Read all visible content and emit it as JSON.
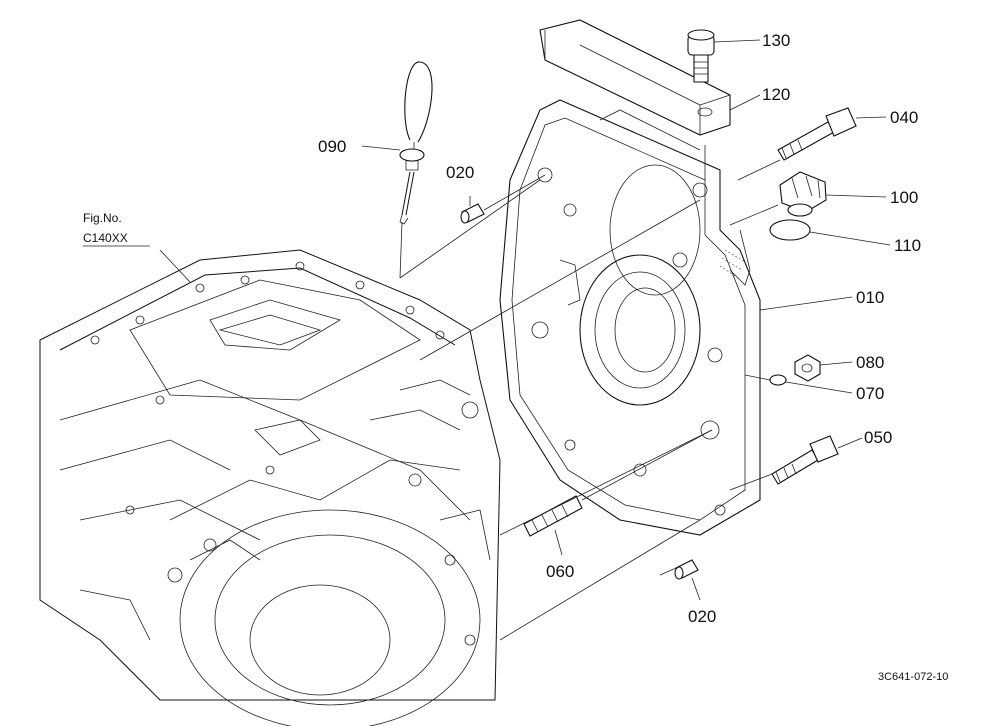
{
  "figure_ref": {
    "label": "Fig.No.",
    "code": "C140XX"
  },
  "drawing_code": "3C641-072-10",
  "callouts": [
    {
      "id": "130",
      "text": "130"
    },
    {
      "id": "120",
      "text": "120"
    },
    {
      "id": "040",
      "text": "040"
    },
    {
      "id": "090",
      "text": "090"
    },
    {
      "id": "020a",
      "text": "020"
    },
    {
      "id": "100",
      "text": "100"
    },
    {
      "id": "110",
      "text": "110"
    },
    {
      "id": "010",
      "text": "010"
    },
    {
      "id": "080",
      "text": "080"
    },
    {
      "id": "070",
      "text": "070"
    },
    {
      "id": "050",
      "text": "050"
    },
    {
      "id": "060",
      "text": "060"
    },
    {
      "id": "020b",
      "text": "020"
    }
  ]
}
